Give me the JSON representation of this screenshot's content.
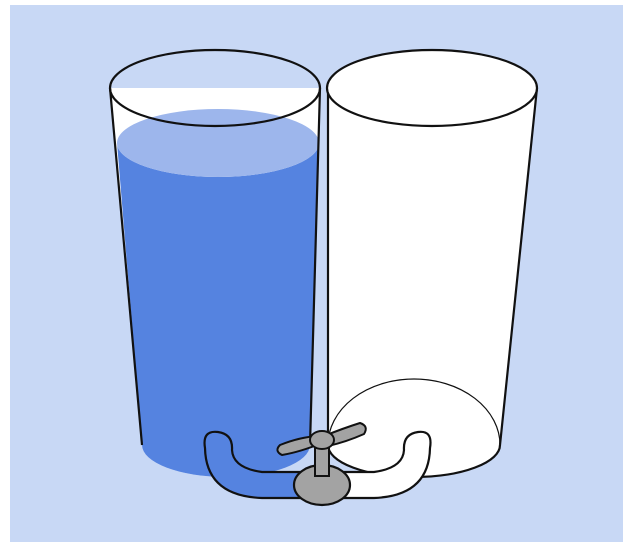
{
  "scene": {
    "background_color": "#c8d8f5",
    "water_color": "#5583e0",
    "water_surface_color": "#9db6ec",
    "glass_color": "#ffffff",
    "valve_color": "#a3a3a3",
    "outline_color": "#111111"
  },
  "vessels": [
    {
      "name": "left-cylinder",
      "state": "filled with water",
      "fill_level": 0.85
    },
    {
      "name": "right-cylinder",
      "state": "empty",
      "fill_level": 0.0
    }
  ],
  "connector": {
    "name": "connecting-tube",
    "valve": "closed",
    "icon": "valve-icon"
  }
}
